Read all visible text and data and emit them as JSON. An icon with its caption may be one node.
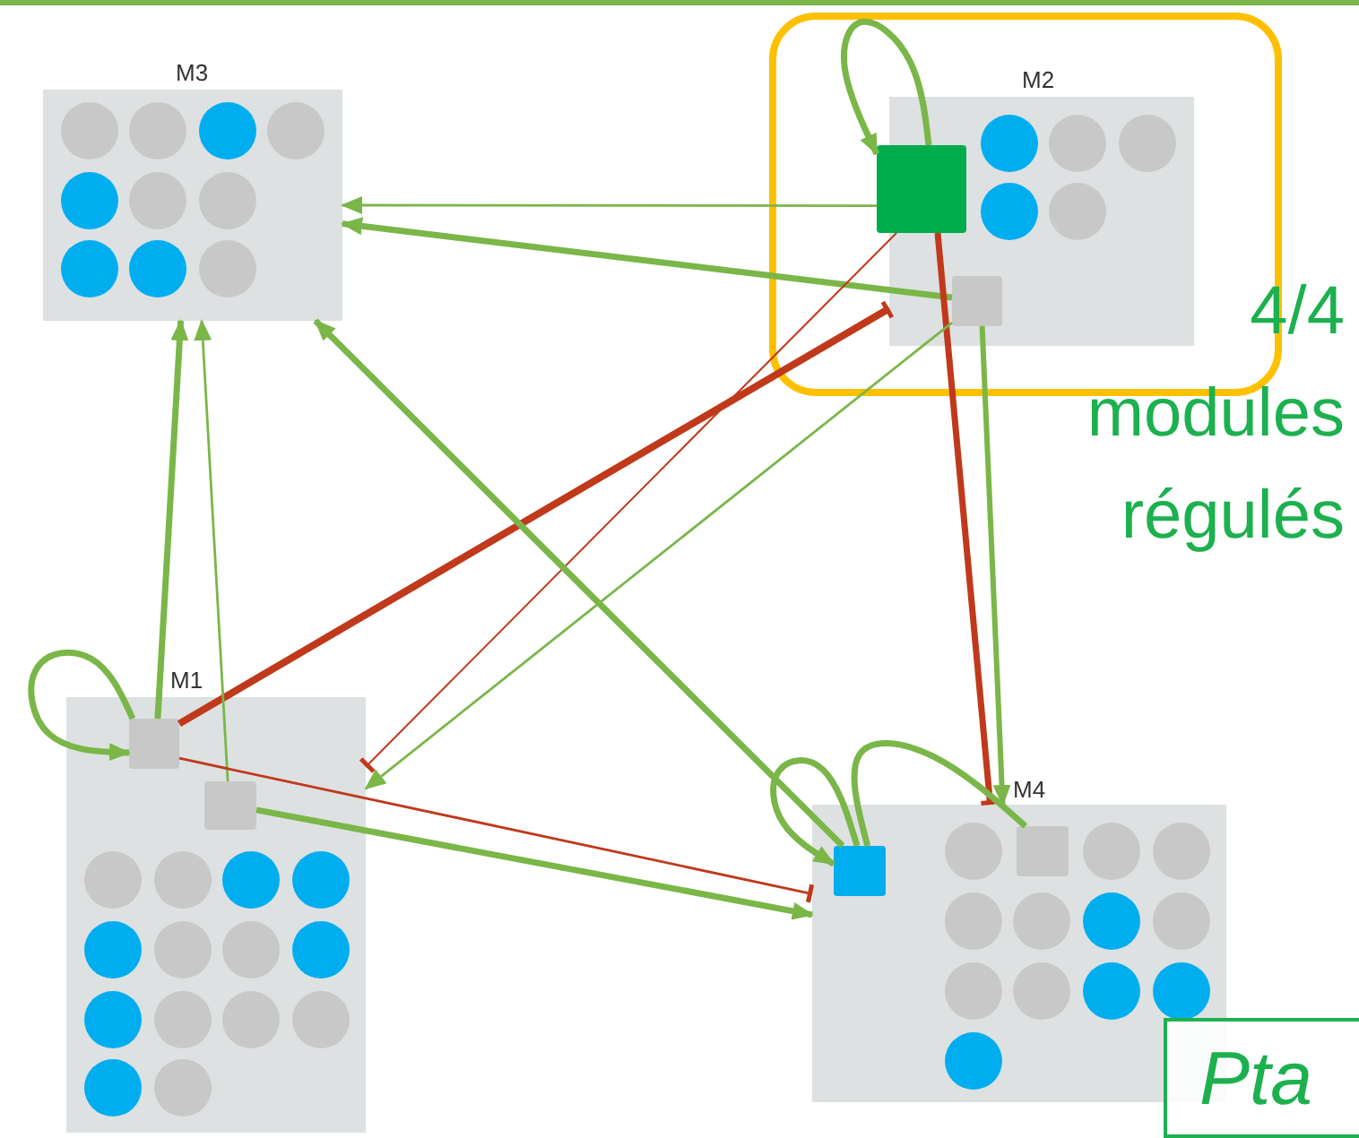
{
  "diagram": {
    "nodes": [
      {
        "text": [
          "M3"
        ]
      },
      {
        "text": [
          "M2"
        ]
      },
      {
        "text": [],
        "shape": "box",
        "in": 1
      },
      {
        "text": [],
        "shape": "box",
        "in": 1
      },
      {
        "text": [
          "M1"
        ]
      },
      {
        "text": [],
        "shape": "box",
        "in": 4
      },
      {
        "text": [],
        "shape": "box",
        "in": 4
      },
      {
        "text": [
          "M4"
        ]
      },
      {
        "text": [],
        "shape": "box",
        "in": 7
      },
      {
        "text": [],
        "shape": "box",
        "in": 7
      },
      {
        "text": [
          "Pta"
        ]
      }
    ],
    "edges": [
      {
        "from": 2,
        "to": 2,
        "arrow": "to"
      },
      {
        "from": 2,
        "to": 0,
        "arrow": "to"
      },
      {
        "from": 3,
        "to": 0,
        "arrow": "to"
      },
      {
        "from": 2,
        "to": 4,
        "arrow": "other",
        "color": "#c0391b"
      },
      {
        "from": 5,
        "to": 1,
        "arrow": "other",
        "color": "#c0391b"
      },
      {
        "from": 2,
        "to": 7,
        "arrow": "other",
        "color": "#c0391b"
      },
      {
        "from": 3,
        "to": 7,
        "arrow": "to"
      },
      {
        "from": 3,
        "to": 4,
        "arrow": "to"
      },
      {
        "from": 8,
        "to": 0,
        "arrow": "to"
      },
      {
        "from": 8,
        "to": 8,
        "arrow": "to"
      },
      {
        "from": 9,
        "to": 8,
        "arrow": "none"
      },
      {
        "from": 5,
        "to": 0,
        "arrow": "to"
      },
      {
        "from": 6,
        "to": 0,
        "arrow": "to"
      },
      {
        "from": 5,
        "to": 5,
        "arrow": "to"
      },
      {
        "from": 5,
        "to": 7,
        "arrow": "other",
        "color": "#c0391b"
      },
      {
        "from": 6,
        "to": 7,
        "arrow": "to"
      }
    ],
    "labels": [
      "4/4 modules régulés"
    ]
  }
}
